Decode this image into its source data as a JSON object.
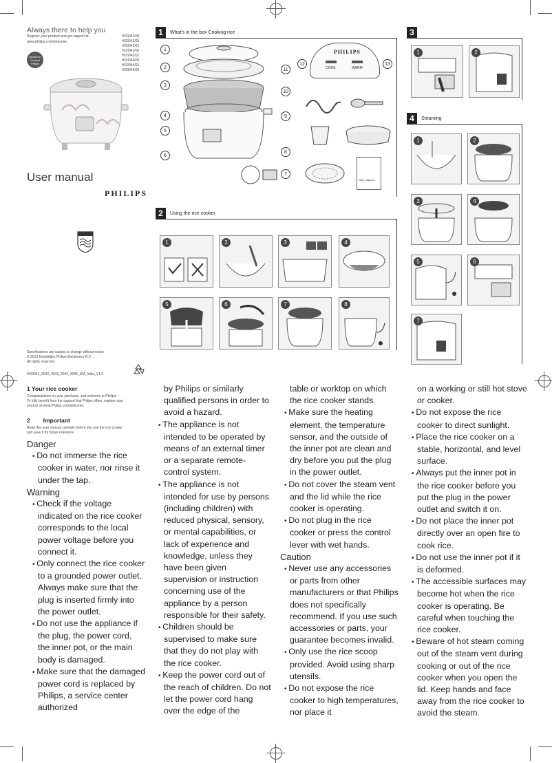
{
  "cover": {
    "tagline": "Always there to help you",
    "register_line": "Register your product and get support at",
    "url": "www.philips.com/welcome",
    "badge_lines": [
      "Question?",
      "Contact",
      "Philips"
    ],
    "models": [
      "HD3041/00",
      "HD3042/00",
      "HD3042/01",
      "HD3043/00",
      "HD3043/01",
      "HD3044/00",
      "HD3044/01",
      "HD3045/00"
    ],
    "title": "User manual",
    "brand": "PHILIPS",
    "spec_lines": [
      "Specifications are subject to change without notice",
      "© 2013 Koninklijke Philips Electronics N.V.",
      "All rights reserved."
    ],
    "doc_code": "HD3041_3042_3043_3044_3045_UM_India_V1.0"
  },
  "sections": {
    "s1": {
      "num": "1",
      "title": "What's in the box Cooking rice",
      "callouts": [
        "1",
        "2",
        "3",
        "4",
        "5",
        "6",
        "7",
        "8",
        "9",
        "10",
        "11",
        "12",
        "13"
      ],
      "panel_labels": [
        "COOK",
        "WARM"
      ],
      "manual_label": "User manual"
    },
    "s2": {
      "num": "2",
      "title": "Using the rice cooker",
      "steps": [
        "1",
        "2",
        "3",
        "4",
        "5",
        "6",
        "7",
        "8"
      ]
    },
    "s3": {
      "num": "3",
      "title": "",
      "steps": [
        "1",
        "2"
      ]
    },
    "s4": {
      "num": "4",
      "title": "Steaming",
      "steps": [
        "1",
        "2",
        "3",
        "4",
        "5",
        "6",
        "7"
      ]
    }
  },
  "intro": {
    "heading": "1   Your rice cooker",
    "text_lines": [
      "Congratulations on your purchase, and welcome to Philips!",
      "To fully benefit from the support that Philips offers, register your",
      "product at www.Philips.com/welcome."
    ],
    "important_heading": "2        Important",
    "important_lines": [
      "Read this user manual carefully before you use the rice cooker",
      "and save it for future reference."
    ]
  },
  "col1": {
    "danger_heading": "Danger",
    "danger_items": [
      "Do not immerse the rice cooker in water, nor rinse it under the tap."
    ],
    "warning_heading": "Warning",
    "warning_items": [
      "Check if the voltage indicated on the rice cooker corresponds to the local power voltage before you connect it.",
      "Only connect the rice cooker to a grounded power outlet. Always make sure that the plug is inserted firmly into the power outlet.",
      "Do not use the appliance if the plug, the power cord, the inner pot, or the main body is damaged.",
      "Make sure that the damaged power cord is replaced by Philips, a service center authorized"
    ]
  },
  "col2": {
    "lead": "by Philips or similarly qualified persons in order to avoid a hazard.",
    "items": [
      "The appliance is not intended to be operated by means of an external timer or a separate remote-control system.",
      "The appliance is not intended for use by persons (including children) with reduced physical, sensory, or mental capabilities, or lack of experience and knowledge, unless they have been given supervision or instruction concerning use of the appliance by a person responsible for their safety.",
      "Children should be supervised to make sure that they do not play with the rice cooker.",
      "Keep the power cord out of the reach of children. Do not let the power cord hang over the edge of the"
    ]
  },
  "col3": {
    "lead": "table or worktop on which the rice cooker stands.",
    "items": [
      "Make sure the heating element, the temperature sensor, and the outside of the inner pot are clean and dry before you put the plug in the power outlet.",
      "Do not cover the steam vent and the lid while the rice cooker is operating.",
      "Do not plug in the rice cooker or press the control lever with wet hands."
    ],
    "caution_heading": "Caution",
    "caution_items": [
      "Never use any accessories or parts from other manufacturers or that Philips does not specifically recommend. If you use such accessories or parts, your guarantee becomes invalid.",
      "Only use the rice scoop provided. Avoid using sharp utensils.",
      "Do not expose the rice cooker to high temperatures, nor place it"
    ]
  },
  "col4": {
    "lead": "on a working or still hot stove or cooker.",
    "items": [
      "Do not expose the rice cooker to direct sunlight.",
      "Place the rice cooker on a stable, horizontal, and level surface.",
      "Always put the inner pot in the rice cooker before you put the plug in the power outlet and switch it on.",
      "Do not place the inner pot directly over an open fire to cook rice.",
      "Do not use the inner pot if it is deformed.",
      "The accessible surfaces may become hot when the rice cooker is operating. Be careful when touching the rice cooker.",
      "Beware of hot steam coming out of the steam vent during cooking or out of the rice cooker when you open the lid. Keep hands and face away from the rice cooker to avoid the steam."
    ]
  }
}
